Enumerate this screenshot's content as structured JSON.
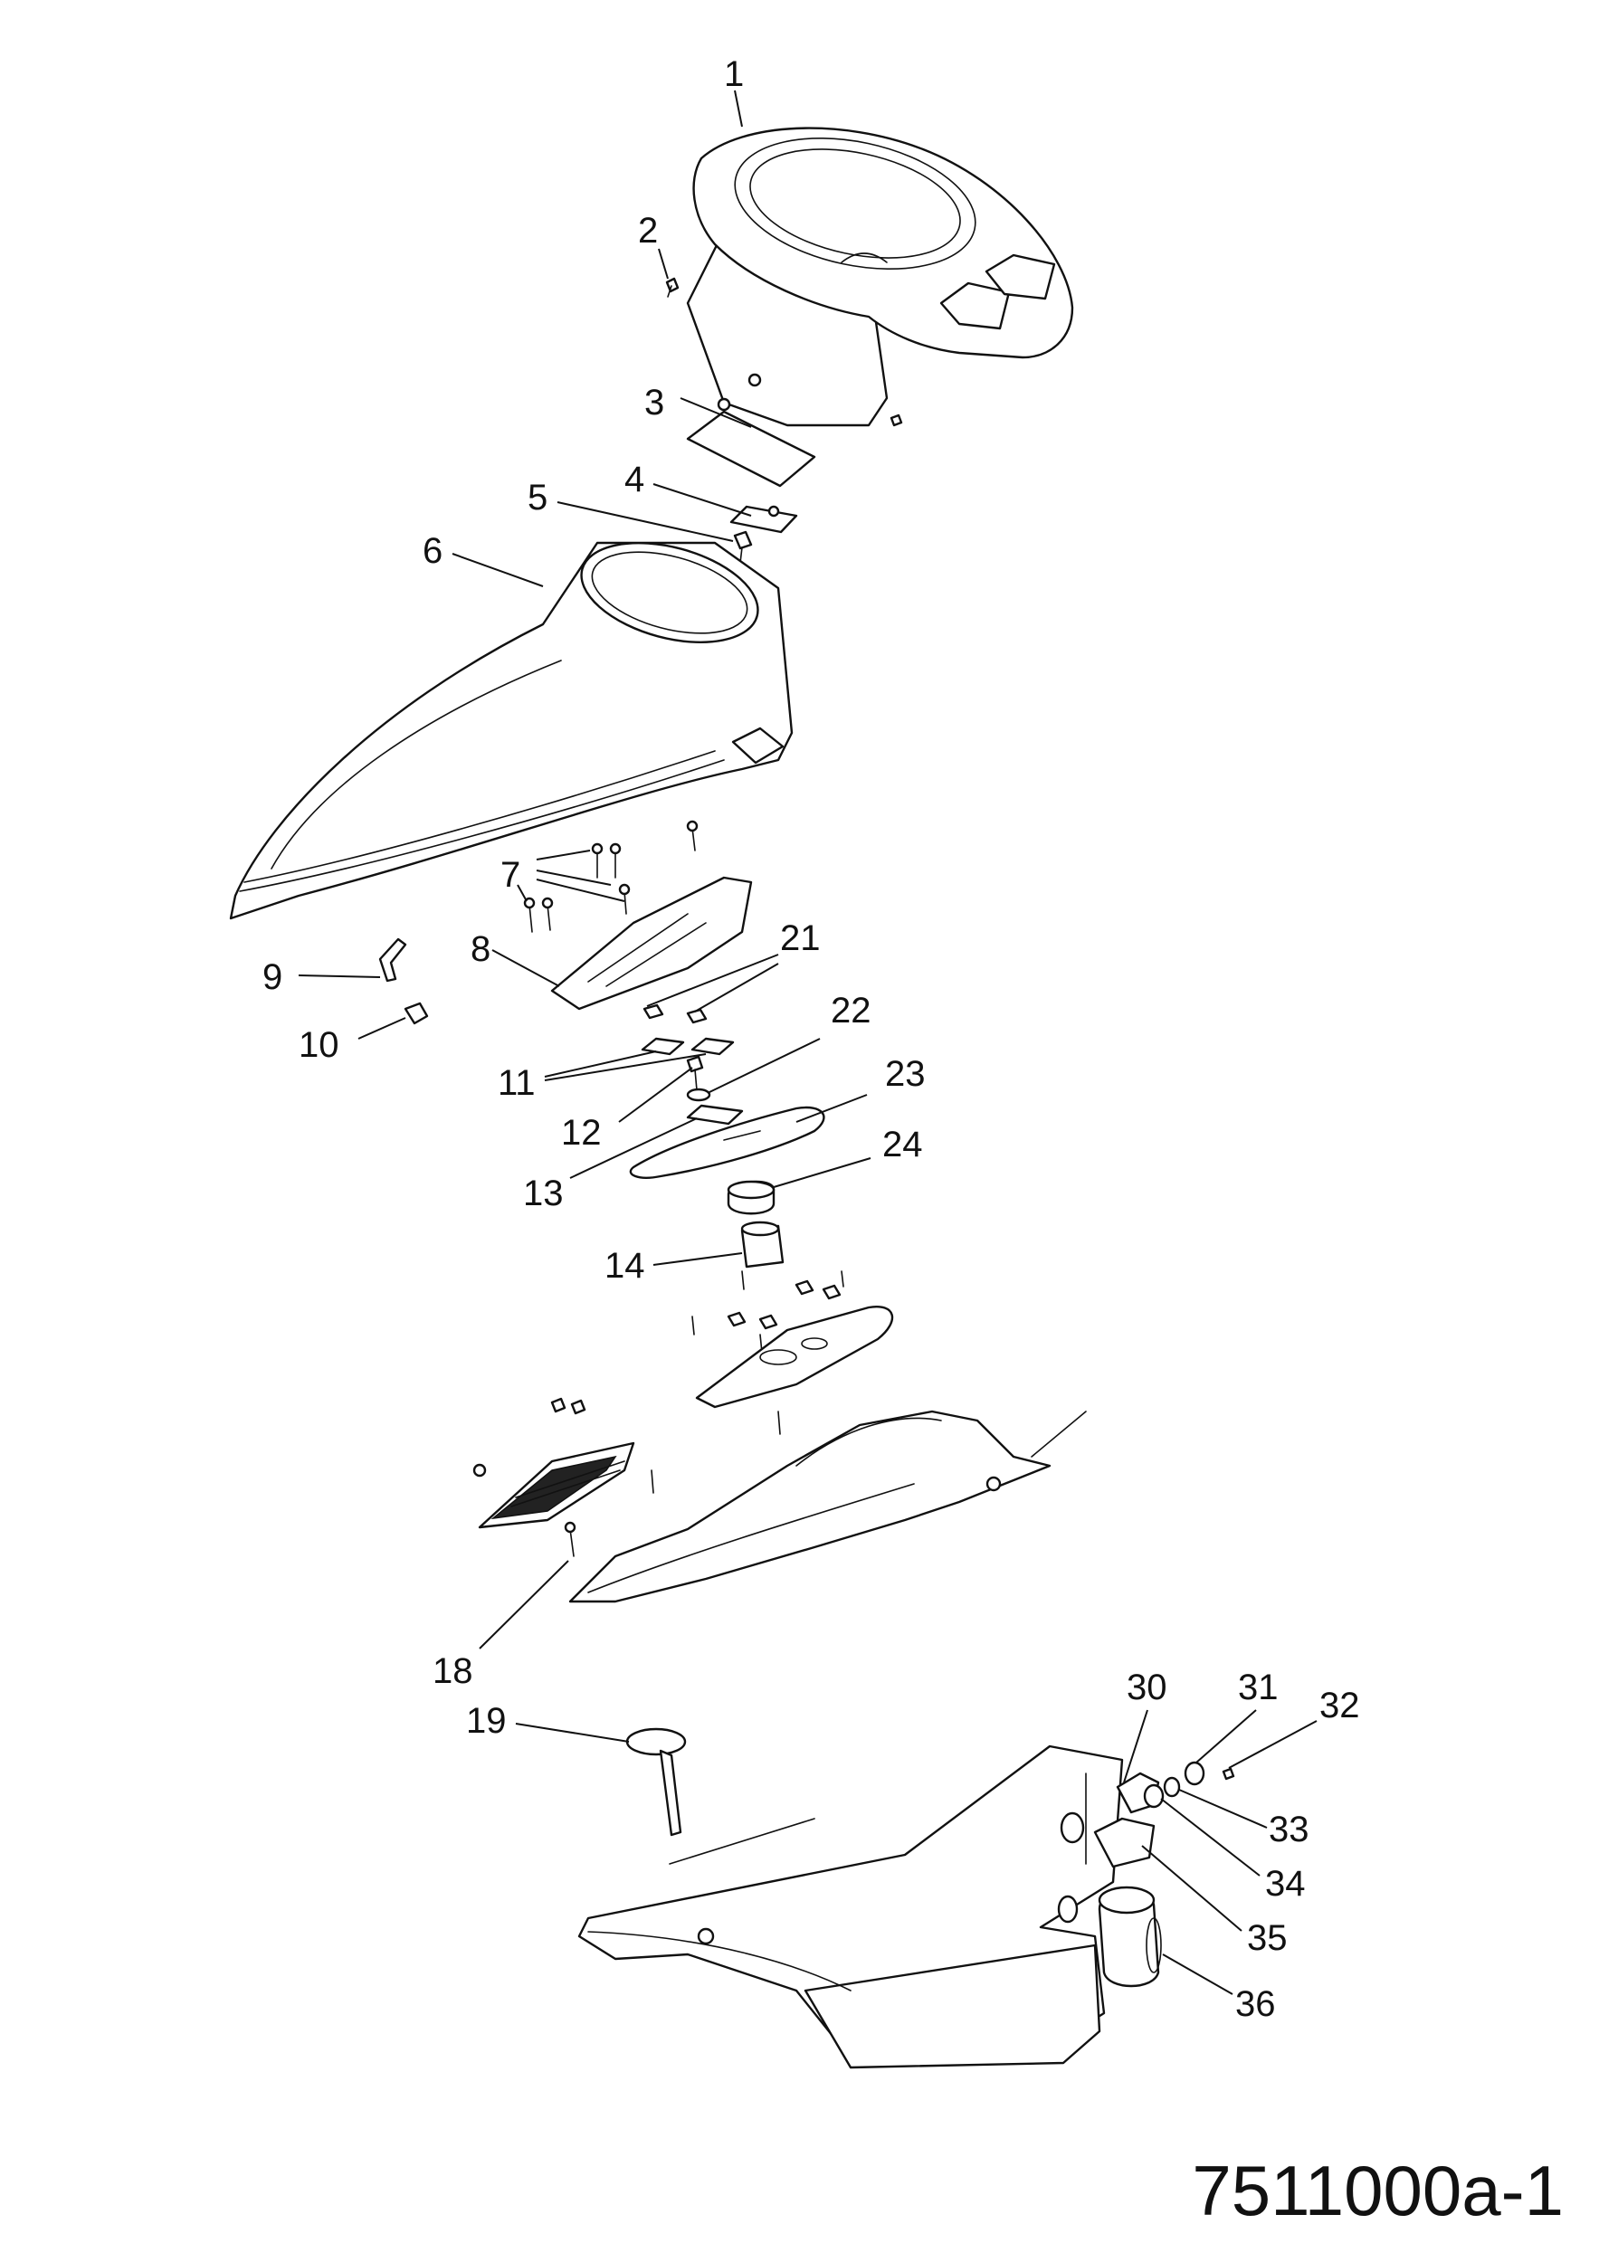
{
  "diagram": {
    "document_id": "7511000a-1",
    "callouts": [
      {
        "id": "callout-1",
        "label": "1"
      },
      {
        "id": "callout-2",
        "label": "2"
      },
      {
        "id": "callout-3",
        "label": "3"
      },
      {
        "id": "callout-4",
        "label": "4"
      },
      {
        "id": "callout-5",
        "label": "5"
      },
      {
        "id": "callout-6",
        "label": "6"
      },
      {
        "id": "callout-7",
        "label": "7"
      },
      {
        "id": "callout-8",
        "label": "8"
      },
      {
        "id": "callout-9",
        "label": "9"
      },
      {
        "id": "callout-10",
        "label": "10"
      },
      {
        "id": "callout-11",
        "label": "11"
      },
      {
        "id": "callout-12",
        "label": "12"
      },
      {
        "id": "callout-13",
        "label": "13"
      },
      {
        "id": "callout-14",
        "label": "14"
      },
      {
        "id": "callout-18",
        "label": "18"
      },
      {
        "id": "callout-19",
        "label": "19"
      },
      {
        "id": "callout-21",
        "label": "21"
      },
      {
        "id": "callout-22",
        "label": "22"
      },
      {
        "id": "callout-23",
        "label": "23"
      },
      {
        "id": "callout-24",
        "label": "24"
      },
      {
        "id": "callout-30",
        "label": "30"
      },
      {
        "id": "callout-31",
        "label": "31"
      },
      {
        "id": "callout-32",
        "label": "32"
      },
      {
        "id": "callout-33",
        "label": "33"
      },
      {
        "id": "callout-34",
        "label": "34"
      },
      {
        "id": "callout-35",
        "label": "35"
      },
      {
        "id": "callout-36",
        "label": "36"
      }
    ]
  }
}
